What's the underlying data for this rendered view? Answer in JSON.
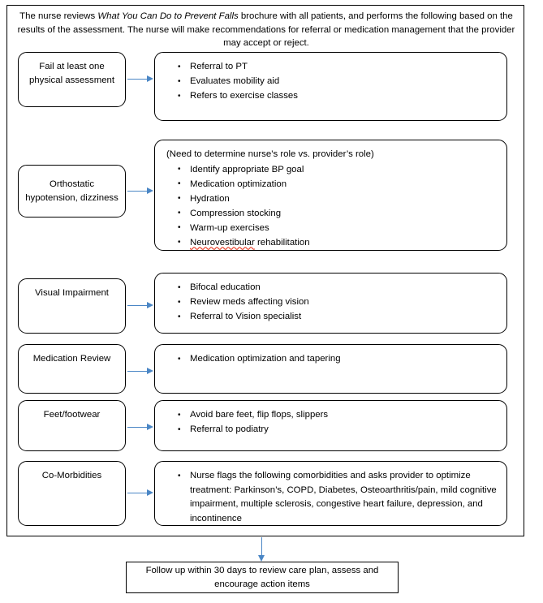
{
  "intro": {
    "part1": "The nurse reviews ",
    "emphasis": "What You Can Do to Prevent Falls",
    "part2": " brochure with all patients, and performs the following based on the results of the assessment. The nurse will make recommendations for referral or medication management that the provider may accept or reject."
  },
  "colors": {
    "arrow": "#4a86c5",
    "border": "#000000",
    "spellcheck_underline": "#e8402a",
    "background": "#ffffff"
  },
  "rows": [
    {
      "trigger": "Fail at least one physical assessment",
      "note": "",
      "actions": [
        "Referral to PT",
        "Evaluates mobility aid",
        "Refers to exercise classes"
      ]
    },
    {
      "trigger": "Orthostatic hypotension, dizziness",
      "note": "(Need to determine nurse’s role vs. provider’s role)",
      "actions": [
        "Identify appropriate BP goal",
        "Medication optimization",
        "Hydration",
        "Compression stocking",
        "Warm-up exercises",
        "Neurovestibular rehabilitation"
      ],
      "misspelled_word": "Neurovestibular"
    },
    {
      "trigger": "Visual Impairment",
      "note": "",
      "actions": [
        "Bifocal education",
        "Review meds affecting vision",
        "Referral to Vision specialist"
      ]
    },
    {
      "trigger": "Medication Review",
      "note": "",
      "actions": [
        "Medication optimization and tapering"
      ]
    },
    {
      "trigger": "Feet/footwear",
      "note": "",
      "actions": [
        "Avoid bare feet, flip flops, slippers",
        "Referral to podiatry"
      ]
    },
    {
      "trigger": "Co-Morbidities",
      "note": "",
      "actions": [
        "Nurse flags the following comorbidities and asks provider to optimize treatment: Parkinson’s, COPD, Diabetes, Osteoarthritis/pain, mild cognitive impairment, multiple sclerosis, congestive heart failure, depression, and incontinence"
      ]
    }
  ],
  "footer": {
    "text": "Follow up within 30 days to review care plan, assess and encourage action items"
  }
}
